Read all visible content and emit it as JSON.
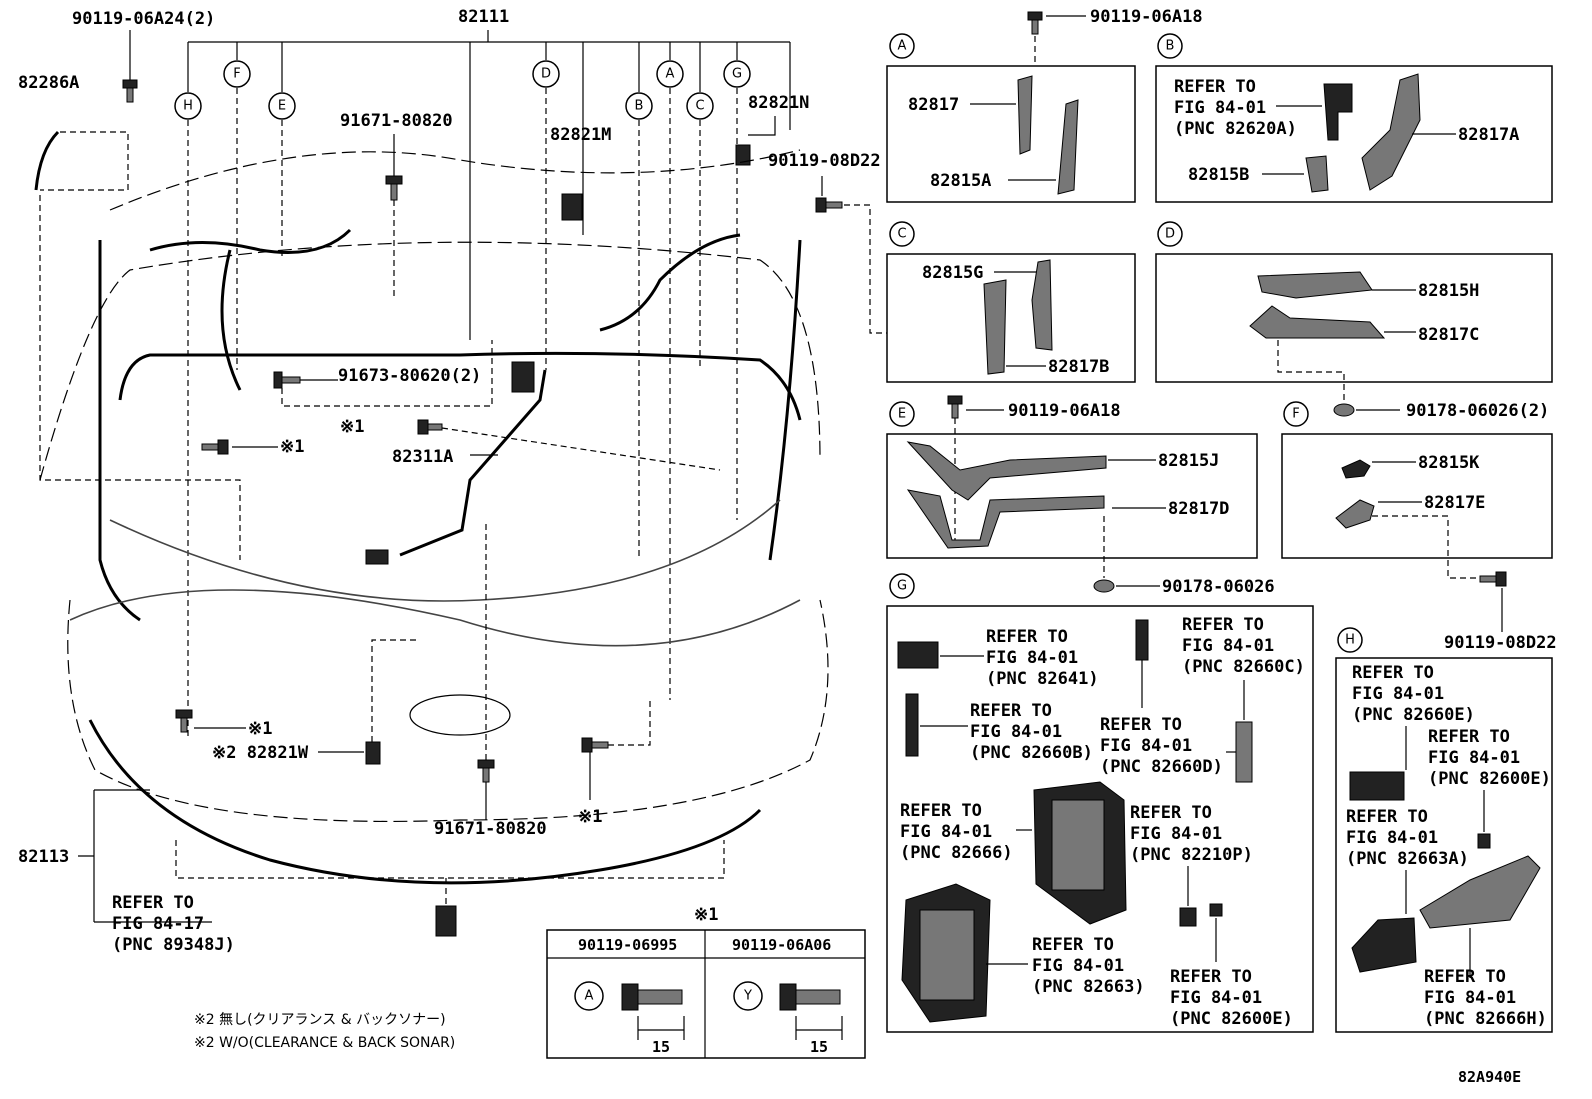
{
  "main": {
    "harness": "82111",
    "body_harness": "82113",
    "labels": {
      "p_82286A": "82286A",
      "p_90119_06A24": "90119-06A24(2)",
      "p_91671_top": "91671-80820",
      "p_82821M": "82821M",
      "p_82821N": "82821N",
      "p_90119_08D22_top": "90119-08D22",
      "p_91673": "91673-80620(2)",
      "p_x1_a": "※1",
      "p_82311A": "82311A",
      "p_x1_b": "※1",
      "p_x1_c": "※1",
      "p_x2_82821W": "※2 82821W",
      "p_91671_bot": "91671-80820",
      "p_x1_d": "※1"
    },
    "callouts": [
      "H",
      "F",
      "E",
      "D",
      "B",
      "A",
      "C",
      "G"
    ],
    "refer_8917": [
      "REFER TO",
      "FIG 84-17",
      "(PNC 89348J)"
    ]
  },
  "panels": {
    "A": {
      "letter": "A",
      "p1": "82817",
      "p2": "82815A"
    },
    "B": {
      "letter": "B",
      "ref": [
        "REFER TO",
        "FIG 84-01",
        "(PNC 82620A)"
      ],
      "p1": "82817A",
      "p2": "82815B"
    },
    "C": {
      "letter": "C",
      "p1": "82815G",
      "p2": "82817B"
    },
    "D": {
      "letter": "D",
      "p1": "82815H",
      "p2": "82817C"
    },
    "E": {
      "letter": "E",
      "p1": "82815J",
      "p2": "82817D"
    },
    "F": {
      "letter": "F",
      "p1": "82815K",
      "p2": "82817E"
    },
    "G": {
      "letter": "G",
      "r1": [
        "REFER TO",
        "FIG 84-01",
        "(PNC 82641)"
      ],
      "r2": [
        "REFER TO",
        "FIG 84-01",
        "(PNC 82660C)"
      ],
      "r3": [
        "REFER TO",
        "FIG 84-01",
        "(PNC 82660B)"
      ],
      "r4": [
        "REFER TO",
        "FIG 84-01",
        "(PNC 82660D)"
      ],
      "r5": [
        "REFER TO",
        "FIG 84-01",
        "(PNC 82666)"
      ],
      "r6": [
        "REFER TO",
        "FIG 84-01",
        "(PNC 82210P)"
      ],
      "r7": [
        "REFER TO",
        "FIG 84-01",
        "(PNC 82663)"
      ],
      "r8": [
        "REFER TO",
        "FIG 84-01",
        "(PNC 82600E)"
      ]
    },
    "H": {
      "letter": "H",
      "r1": [
        "REFER TO",
        "FIG 84-01",
        "(PNC 82660E)"
      ],
      "r2": [
        "REFER TO",
        "FIG 84-01",
        "(PNC 82600E)"
      ],
      "r3": [
        "REFER TO",
        "FIG 84-01",
        "(PNC 82663A)"
      ],
      "r4": [
        "REFER TO",
        "FIG 84-01",
        "(PNC 82666H)"
      ]
    }
  },
  "bolts": {
    "b_90119_06A18_top": "90119-06A18",
    "b_90119_06A18_E": "90119-06A18",
    "b_90178_06026_2": "90178-06026(2)",
    "b_90178_06026": "90178-06026",
    "b_90119_08D22_F": "90119-08D22"
  },
  "table": {
    "mark": "※1",
    "col1": "90119-06995",
    "col2": "90119-06A06",
    "sym1": "A",
    "sym2": "Y",
    "len1": "15",
    "len2": "15"
  },
  "notes": {
    "n1": "※2 無し(クリアランス & バックソナー)",
    "n2": "※2 W/O(CLEARANCE & BACK SONAR)"
  },
  "fig_code": "82A940E"
}
